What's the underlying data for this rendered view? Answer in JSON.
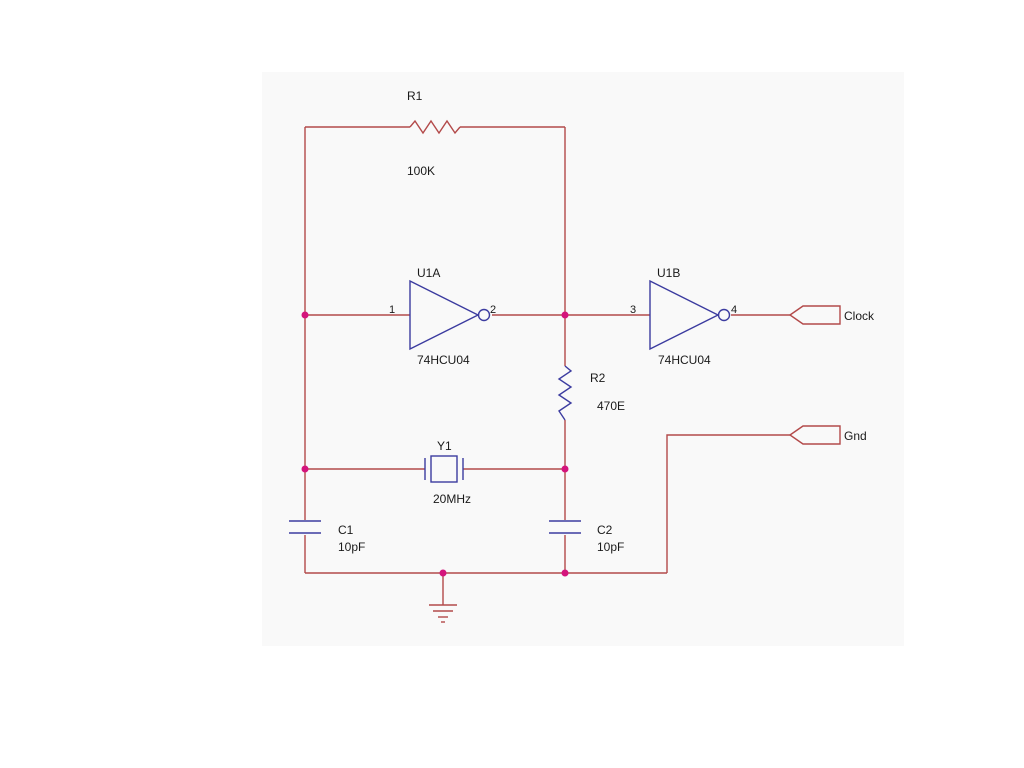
{
  "components": {
    "r1": {
      "ref": "R1",
      "value": "100K"
    },
    "r2": {
      "ref": "R2",
      "value": "470E"
    },
    "u1a": {
      "ref": "U1A",
      "part": "74HCU04",
      "pin_in": "1",
      "pin_out": "2"
    },
    "u1b": {
      "ref": "U1B",
      "part": "74HCU04",
      "pin_in": "3",
      "pin_out": "4"
    },
    "y1": {
      "ref": "Y1",
      "value": "20MHz"
    },
    "c1": {
      "ref": "C1",
      "value": "10pF"
    },
    "c2": {
      "ref": "C2",
      "value": "10pF"
    }
  },
  "ports": {
    "clock": {
      "label": "Clock"
    },
    "gnd": {
      "label": "Gnd"
    }
  },
  "colors": {
    "background": "#f9f9f9",
    "wire": "#b34a4a",
    "gate": "#3c3ca0",
    "junction": "#d4147c",
    "text": "#1a1a1a"
  }
}
